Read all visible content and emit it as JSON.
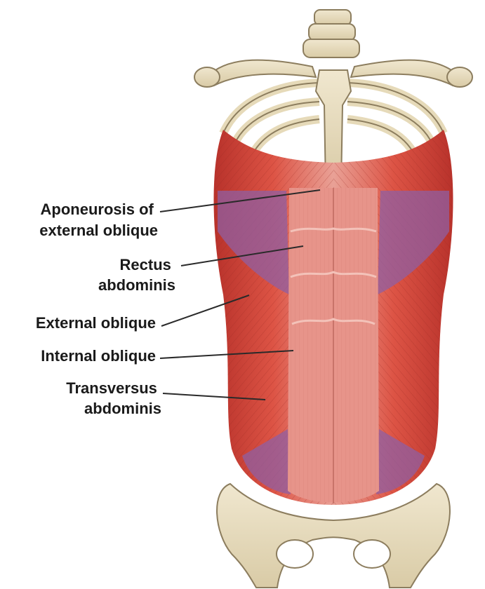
{
  "labels": {
    "aponeurosis": [
      "Aponeurosis of",
      "external oblique"
    ],
    "rectus": [
      "Rectus",
      "abdominis"
    ],
    "external_oblique": [
      "External oblique"
    ],
    "internal_oblique": [
      "Internal oblique"
    ],
    "transversus": [
      "Transversus",
      "abdominis"
    ]
  },
  "colors": {
    "bone": "#e7dcc0",
    "bone_outline": "#8c7d5e",
    "muscle_dark": "#c9382f",
    "muscle_mid": "#db5a4c",
    "rectus": "#e6928a",
    "aponeurosis": "#8f5fa3",
    "leader_line": "#2a2a2a"
  }
}
